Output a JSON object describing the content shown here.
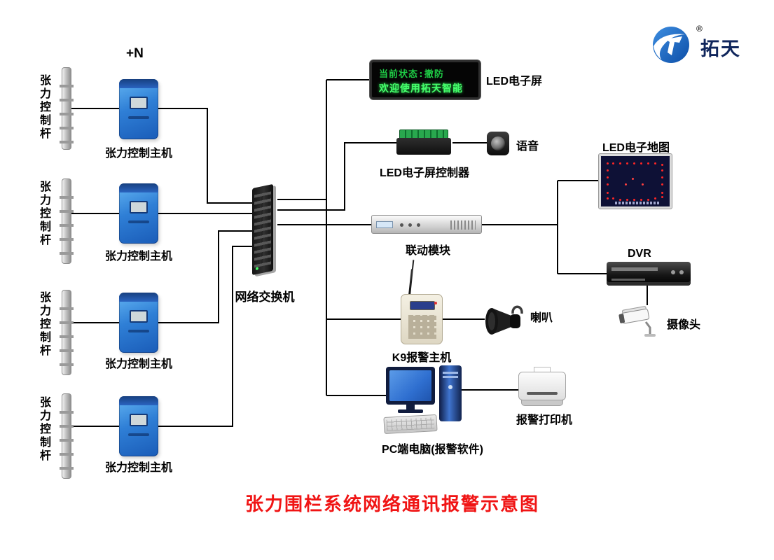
{
  "title": "张力围栏系统网络通讯报警示意图",
  "annotation": {
    "plus_n": "+N"
  },
  "logo": {
    "brand": "拓天",
    "registered": "®"
  },
  "labels": {
    "pole": "张力控制杆",
    "controller": "张力控制主机",
    "switch": "网络交换机",
    "led_screen": "LED电子屏",
    "led_controller": "LED电子屏控制器",
    "voice": "语音",
    "linkage": "联动模块",
    "led_map": "LED电子地图",
    "dvr": "DVR",
    "camera": "摄像头",
    "k9": "K9报警主机",
    "horn": "喇叭",
    "pc": "PC端电脑(报警软件)",
    "printer": "报警打印机"
  },
  "led_screen": {
    "line1": "当前状态:撤防",
    "line2": "欢迎使用拓天智能"
  },
  "colors": {
    "title_red": "#f01414",
    "logo_blue": "#1b63c5",
    "led_green": "#2ee24e",
    "device_blue": "#2f7fd6",
    "line_black": "#000000",
    "map_dot_red": "#ff2626"
  }
}
